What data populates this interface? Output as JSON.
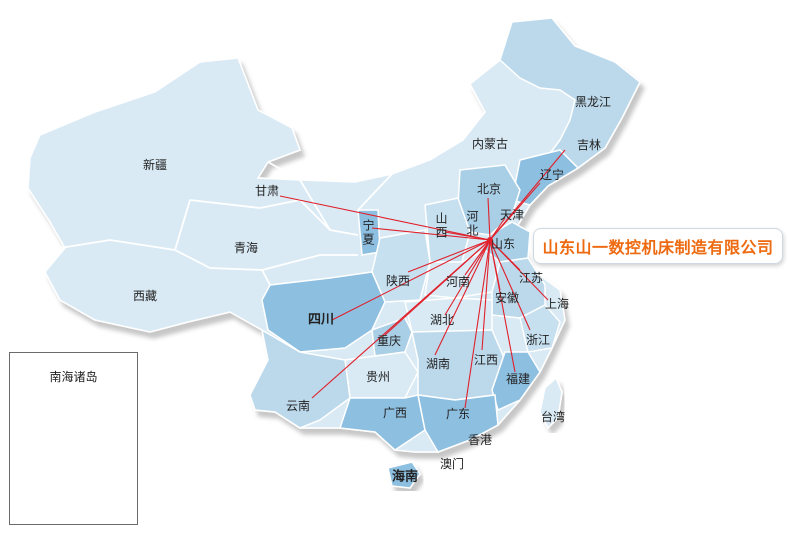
{
  "company": "山东山一数控机床制造有限公司",
  "origin": "山东",
  "colors": {
    "land": "#d9eaf5",
    "mid": "#bcd9ec",
    "deep": "#8dbfe0",
    "route": "#e0202a",
    "label": "#ee6a10"
  },
  "regions": {
    "xinjiang": "新疆",
    "xizang": "西藏",
    "qinghai": "青海",
    "gansu": "甘肃",
    "neimenggu": "内蒙古",
    "heilongjiang": "黑龙江",
    "jilin": "吉林",
    "liaoning": "辽宁",
    "beijing": "北京",
    "tianjin": "天津",
    "hebei": "河北",
    "shanxi": "山西",
    "ningxia": "宁夏",
    "shaanxi": "陕西",
    "henan": "河南",
    "jiangsu": "江苏",
    "shanghai": "上海",
    "anhui": "安徽",
    "hubei": "湖北",
    "zhejiang": "浙江",
    "sichuan": "四川",
    "chongqing": "重庆",
    "guizhou": "贵州",
    "hunan": "湖南",
    "jiangxi": "江西",
    "fujian": "福建",
    "yunnan": "云南",
    "guangxi": "广西",
    "guangdong": "广东",
    "taiwan": "台湾",
    "xianggang": "香港",
    "aomen": "澳门",
    "hainan": "海南"
  },
  "inset": {
    "title": "南海诸岛"
  }
}
